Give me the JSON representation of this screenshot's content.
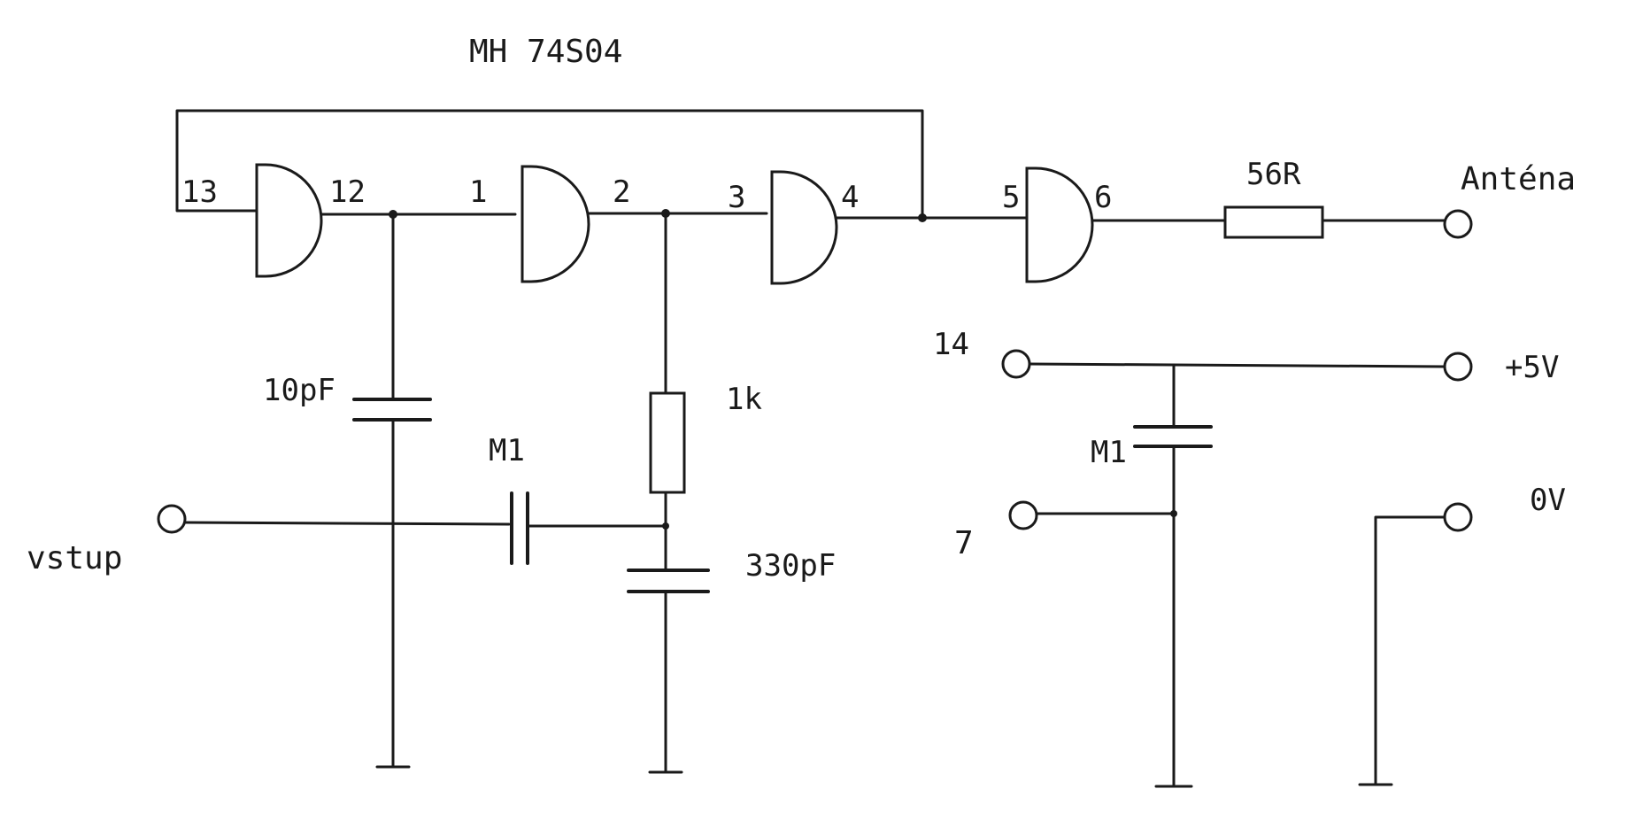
{
  "ic_label": "MH 74S04",
  "pins": {
    "p13": "13",
    "p12": "12",
    "p1": "1",
    "p2": "2",
    "p3": "3",
    "p4": "4",
    "p5": "5",
    "p6": "6",
    "p14": "14",
    "p7": "7"
  },
  "components": {
    "c1": "10pF",
    "c2": "M1",
    "r1": "1k",
    "c3": "330pF",
    "r2": "56R",
    "c4": "M1"
  },
  "terminals": {
    "antenna": "Anténa",
    "vcc": "+5V",
    "gnd": "0V",
    "input": "vstup"
  }
}
